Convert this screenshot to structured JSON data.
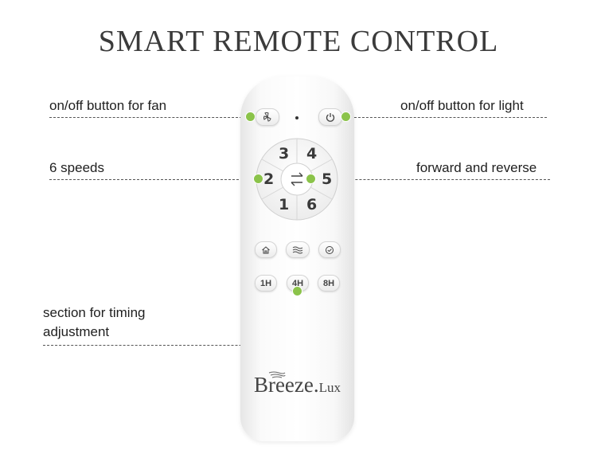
{
  "title": "SMART REMOTE CONTROL",
  "annotations": {
    "fan_power": "on/off button for fan",
    "light_power": "on/off button for light",
    "speeds": "6 speeds",
    "direction": "forward and reverse",
    "timer_line1": "section for timing",
    "timer_line2": "adjustment"
  },
  "remote": {
    "speed_buttons": [
      "1",
      "2",
      "3",
      "4",
      "5",
      "6"
    ],
    "timer_buttons": [
      "1H",
      "4H",
      "8H"
    ],
    "brand_main": "Breeze.",
    "brand_suffix": "Lux"
  },
  "colors": {
    "accent_dot": "#8bc34a",
    "title": "#3b3b3b"
  },
  "icons": [
    "fan-icon",
    "power-icon",
    "reverse-arrows-icon",
    "home-icon",
    "breeze-icon",
    "check-circle-icon"
  ]
}
